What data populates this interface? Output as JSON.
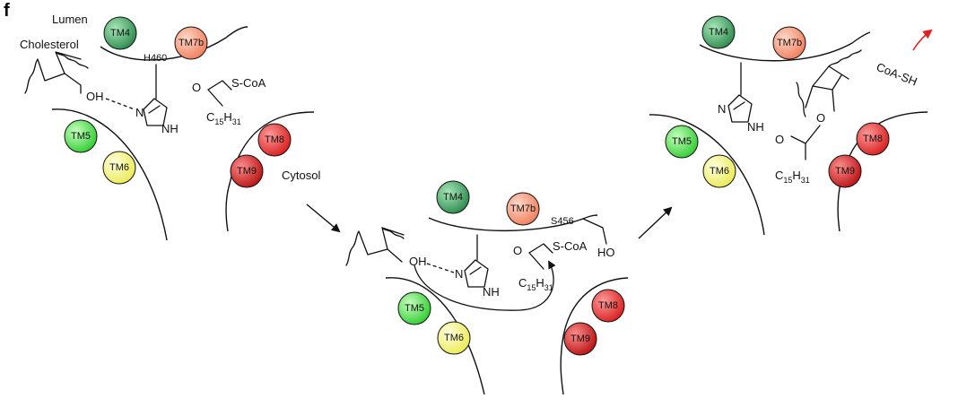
{
  "panel_label": "f",
  "colors": {
    "tm4": "#2e8b4f",
    "tm7b": "#f07f5e",
    "tm5": "#33cc33",
    "tm6": "#f2f26a",
    "tm8": "#d91f1f",
    "tm9": "#c01a1a",
    "release_arrow": "#e02020"
  },
  "labels": {
    "lumen": "Lumen",
    "cholesterol": "Cholesterol",
    "cytosol": "Cytosol",
    "h460": "H460",
    "s456": "S456",
    "coa_release": "CoA-SH"
  },
  "helices": {
    "tm4": "TM4",
    "tm7b": "TM7b",
    "tm5": "TM5",
    "tm6": "TM6",
    "tm8": "TM8",
    "tm9": "TM9"
  },
  "chem": {
    "oh": "OH",
    "ho": "HO",
    "n": "N",
    "nh": "NH",
    "o": "O",
    "scoa": "S-CoA",
    "c": "C",
    "n15": "15",
    "h": "H",
    "n31": "31"
  }
}
